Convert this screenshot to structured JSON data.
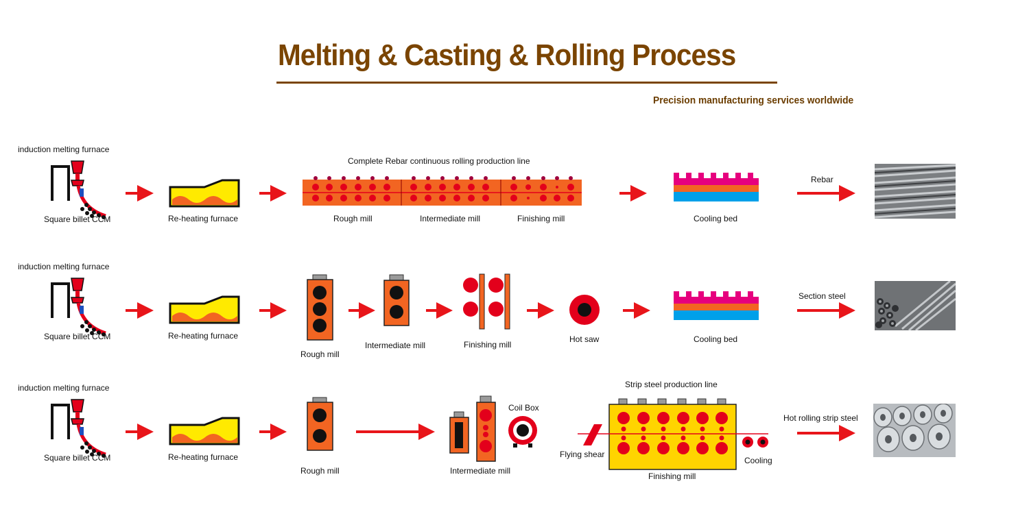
{
  "header": {
    "title": "Melting & Casting & Rolling Process",
    "subtitle": "Precision manufacturing services worldwide"
  },
  "colors": {
    "title_brown": "#7a4400",
    "arrow_red": "#e8151a",
    "mill_orange": "#f26522",
    "roll_red": "#e3001b",
    "furnace_yellow": "#ffea00",
    "cooling_pink": "#e6007e",
    "cooling_blue": "#00a0e9"
  },
  "rows": [
    {
      "furnace_label": "induction melting furnace",
      "ccm_label": "Square billet CCM",
      "reheat_label": "Re-heating furnace",
      "line_title": "Complete Rebar continuous rolling production line",
      "rough_label": "Rough mill",
      "intermediate_label": "Intermediate mill",
      "finishing_label": "Finishing mill",
      "cooling_label": "Cooling bed",
      "product_label": "Rebar"
    },
    {
      "furnace_label": "induction melting furnace",
      "ccm_label": "Square billet CCM",
      "reheat_label": "Re-heating furnace",
      "rough_label": "Rough mill",
      "intermediate_label": "Intermediate mill",
      "finishing_label": "Finishing mill",
      "saw_label": "Hot saw",
      "cooling_label": "Cooling bed",
      "product_label": "Section steel"
    },
    {
      "furnace_label": "induction melting furnace",
      "ccm_label": "Square billet CCM",
      "reheat_label": "Re-heating furnace",
      "rough_label": "Rough mill",
      "intermediate_label": "Intermediate mill",
      "coil_label": "Coil Box",
      "line_title": "Strip steel production line",
      "shear_label": "Flying shear",
      "finishing_label": "Finishing mill",
      "cooling_label": "Cooling",
      "product_label": "Hot rolling strip steel"
    }
  ],
  "icons": [
    "ladle-icon",
    "arrow-icon",
    "furnace-icon",
    "mill-stand-icon",
    "saw-icon",
    "coil-box-icon",
    "cooling-bed-icon",
    "steel-photo"
  ]
}
